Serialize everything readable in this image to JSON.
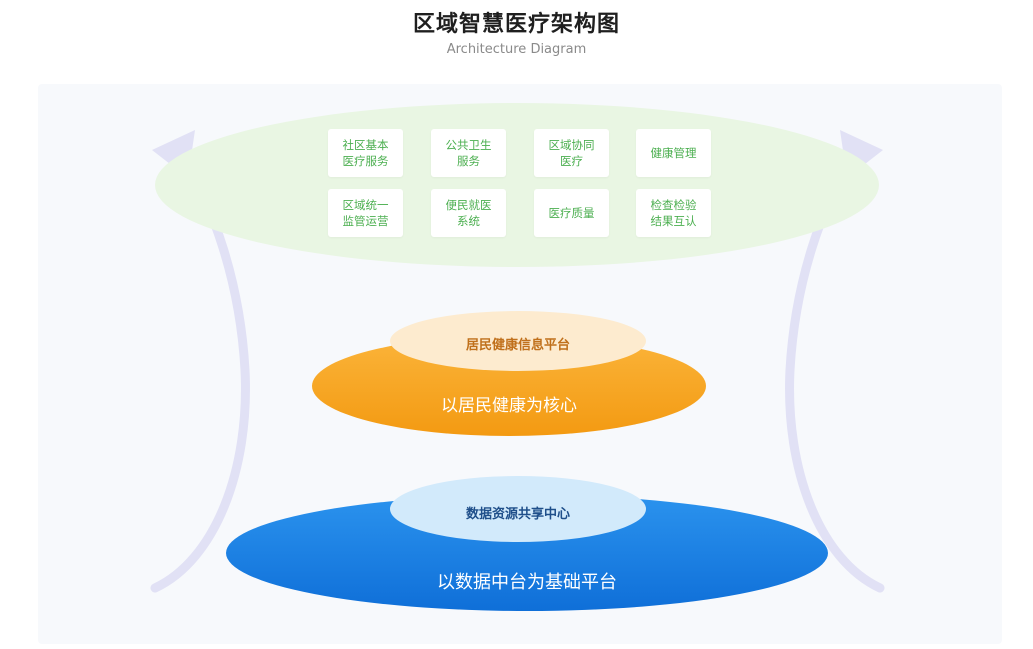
{
  "header": {
    "title": "区域智慧医疗架构图",
    "subtitle": "Architecture Diagram"
  },
  "services": [
    {
      "label": "社区基本\n医疗服务"
    },
    {
      "label": "公共卫生\n服务"
    },
    {
      "label": "区域协同\n医疗"
    },
    {
      "label": "健康管理"
    },
    {
      "label": "区域统一\n监管运营"
    },
    {
      "label": "便民就医\n系统"
    },
    {
      "label": "医疗质量"
    },
    {
      "label": "检查检验\n结果互认"
    }
  ],
  "middle_layer": {
    "top_label": "居民健康信息平台",
    "core_label": "以居民健康为核心"
  },
  "bottom_layer": {
    "top_label": "数据资源共享中心",
    "core_label": "以数据中台为基础平台"
  },
  "colors": {
    "service_ellipse": "#e8f5e2",
    "service_text": "#4caf50",
    "orange_main": "#f5a623",
    "orange_light": "#fde9c9",
    "blue_main": "#1e88e5",
    "blue_light": "#cfe8fb",
    "arrow": "#dcdcf3"
  },
  "icons": [
    "left-curved-arrow-icon",
    "right-curved-arrow-icon"
  ]
}
